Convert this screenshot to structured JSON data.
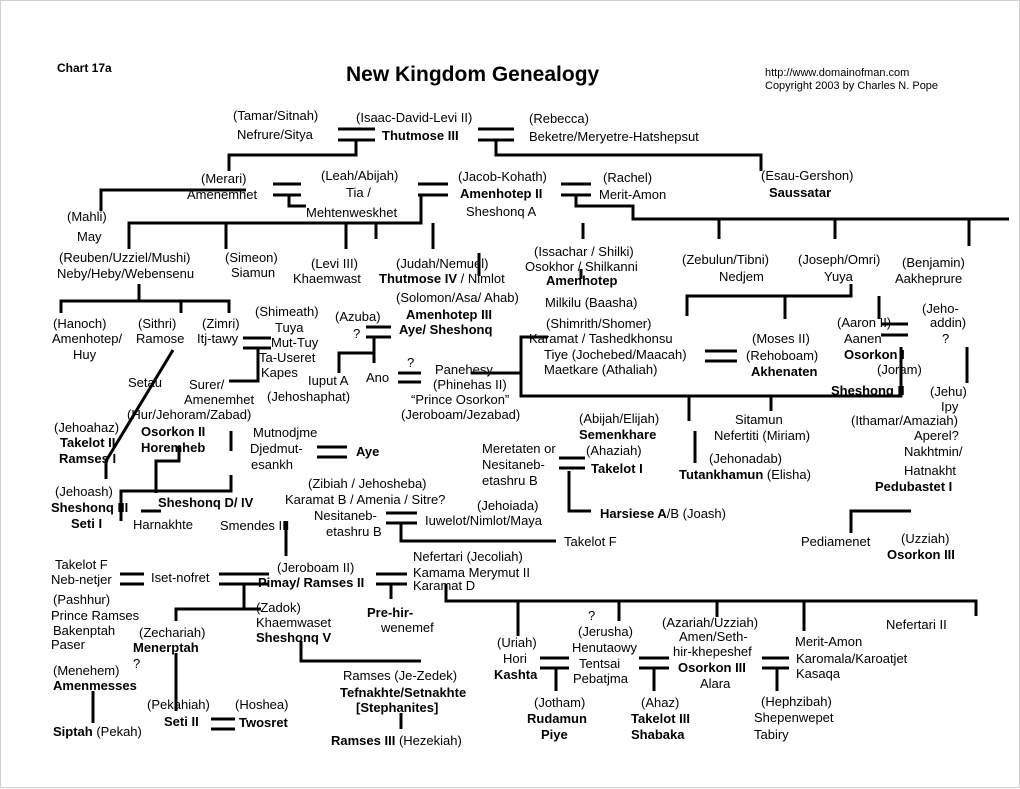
{
  "header": {
    "chart_label": "Chart 17a",
    "title": "New Kingdom Genealogy",
    "url": "http://www.domainofman.com",
    "copyright": "Copyright  2003 by Charles N. Pope"
  },
  "names": {
    "n1": "(Tamar/Sitnah)",
    "n2": "Nefrure/Sitya",
    "n3": "(Isaac-David-Levi II)",
    "n4": "Thutmose III",
    "n5": "(Rebecca)",
    "n6": "Beketre/Meryetre-Hatshepsut",
    "n7": "(Merari)",
    "n8": "Amenemhet",
    "n9": "(Leah/Abijah)",
    "n10": "Tia /",
    "n11": "Mehtenweskhet",
    "n12": "(Jacob-Kohath)",
    "n13": "Amenhotep II",
    "n14": "Sheshonq A",
    "n15": "(Rachel)",
    "n16": "Merit-Amon",
    "n17": "(Esau-Gershon)",
    "n18": "Saussatar",
    "n19": "(Mahli)",
    "n20": "May",
    "n21": "(Reuben/Uzziel/Mushi)",
    "n22": "Neby/Heby/Webensenu",
    "n23": "(Simeon)",
    "n24": "Siamun",
    "n25": "(Levi III)",
    "n26": "Khaemwast",
    "n27": "(Judah/Nemuel)",
    "n28": "Thutmose IV",
    "n29": " / Nimlot",
    "n30": "(Issachar / Shilki)",
    "n31": "Osokhor / Shilkanni",
    "n32": "Amenhotep",
    "n33": "Milkilu (Baasha)",
    "n34": "(Zebulun/Tibni)",
    "n35": "Nedjem",
    "n36": "(Joseph/Omri)",
    "n37": "Yuya",
    "n38": "(Benjamin)",
    "n39": "Aakheprure",
    "n40": "(Solomon/Asa/ Ahab)",
    "n41": "Amenhotep III",
    "n42": "Aye/ Sheshonq",
    "n43": "(Hanoch)",
    "n44": "Amenhotep/",
    "n45": "Huy",
    "n46": "(Sithri)",
    "n47": "Ramose",
    "n48": "(Zimri)",
    "n49": "Itj-tawy",
    "n50": "(Shimeath)",
    "n51": "Tuya",
    "n52": "Mut-Tuy",
    "n53": "Ta-Useret",
    "n54": "Kapes",
    "n55": "(Azuba)",
    "n56": "?",
    "n57": "(Shimrith/Shomer)",
    "n58": "Karamat / Tashedkhonsu",
    "n59": "Tiye (Jochebed/Maacah)",
    "n60": "Maetkare (Athaliah)",
    "n61": "(Moses II)",
    "n62": "(Rehoboam)",
    "n63": "Akhenaten",
    "n64": "(Aaron II)",
    "n65": "Aanen",
    "n66": "Osorkon I",
    "n67": "(Joram)",
    "n68": "(Jeho-",
    "n69": "addin)",
    "n70": "?",
    "n71": "Setau",
    "n72": "Surer/",
    "n73": "Amenemhet",
    "n74": "Iuput A",
    "n75": "Ano",
    "n76": "?",
    "n77": "Panehesy",
    "n78": "(Phinehas II)",
    "n79": "“Prince Osorkon”",
    "n80": "(Jehoshaphat)",
    "n81": "Sheshonq II",
    "n82": "(Jehu)",
    "n83": "Ipy",
    "n84": "(Hur/Jehoram/Zabad)",
    "n85": "(Jeroboam/Jezabad)",
    "n86": "(Abijah/Elijah)",
    "n87": "Semenkhare",
    "n88": "(Ahaziah)",
    "n89": "Sitamun",
    "n90": "Nefertiti (Miriam)",
    "n91": "(Ithamar/Amaziah)",
    "n92": "Aperel?",
    "n93": "Nakhtmin/",
    "n94": "Hatnakht",
    "n95": "Pedubastet I",
    "n96": "(Jehoahaz)",
    "n97": "Takelot II",
    "n98": "Ramses I",
    "n99": "Osorkon II",
    "n100": "Horemheb",
    "n101": "Mutnodjme",
    "n102": "Djedmut-",
    "n103": "esankh",
    "n104": "Aye",
    "n105": "Meretaten or",
    "n106": "Nesitaneb-",
    "n107": "etashru B",
    "n108": "Takelot I",
    "n109": "(Jehonadab)",
    "n110": "Tutankhamun",
    "n111": " (Elisha)",
    "n112": "(Jehoash)",
    "n113": "Sheshonq III",
    "n114": "Seti I",
    "n115": "Sheshonq D/ IV",
    "n116": "Harnakhte",
    "n117": "(Zibiah / Jehosheba)",
    "n118": "Karamat B / Amenia / Sitre?",
    "n119": "Smendes III",
    "n120": "Nesitaneb-",
    "n121": "etashru B",
    "n122": "(Jehoiada)",
    "n123": "Iuwelot/Nimlot/Maya",
    "n124": "Harsiese A",
    "n125": "/B  (Joash)",
    "n126": "Takelot F",
    "n127": "Pediamenet",
    "n128": "(Uzziah)",
    "n129": "Osorkon III",
    "n130": "Takelot F",
    "n131": "Neb-netjer",
    "n132": "Iset-nofret",
    "n133": "(Jeroboam II)",
    "n134": "Pimay/ Ramses II",
    "n135": "Nefertari (Jecoliah)",
    "n136": "Kamama Merymut II",
    "n137": "Karamat D",
    "n138": "(Pashhur)",
    "n139": "Prince Ramses",
    "n140": "Bakenptah",
    "n141": "Paser",
    "n142": "(Zechariah)",
    "n143": "Menerptah",
    "n144": "(Zadok)",
    "n145": "Khaemwaset",
    "n146": "Sheshonq V",
    "n147": "Pre-hir-",
    "n148": "wenemef",
    "n149": "?",
    "n150": "(Jerusha)",
    "n151": "Henutaowy",
    "n152": "(Uriah)",
    "n153": "Hori",
    "n154": "Kashta",
    "n155": "Tentsai",
    "n156": "Pebatjma",
    "n157": "(Azariah/Uzziah)",
    "n158": "Amen/Seth-",
    "n159": "hir-khepeshef",
    "n160": "Osorkon III",
    "n161": "Alara",
    "n162": "Nefertari II",
    "n163": "Merit-Amon",
    "n164": "Karomala/Karoatjet",
    "n165": "Kasaqa",
    "n166": "(Menehem)",
    "n167": "?",
    "n168": "Amenmesses",
    "n169": "Ramses (Je-Zedek)",
    "n170": "Tefnakhte/Setnakhte",
    "n171": "[Stephanites]",
    "n172": "(Pekahiah)",
    "n173": "Seti II",
    "n174": "(Hoshea)",
    "n175": "Twosret",
    "n176": "Siptah",
    "n177": " (Pekah)",
    "n178": "Ramses III",
    "n179": " (Hezekiah)",
    "n180": "(Jotham)",
    "n181": "Rudamun",
    "n182": "Piye",
    "n183": "(Ahaz)",
    "n184": "Takelot III",
    "n185": "Shabaka",
    "n186": "(Hephzibah)",
    "n187": "Shepenwepet",
    "n188": "Tabiry"
  }
}
